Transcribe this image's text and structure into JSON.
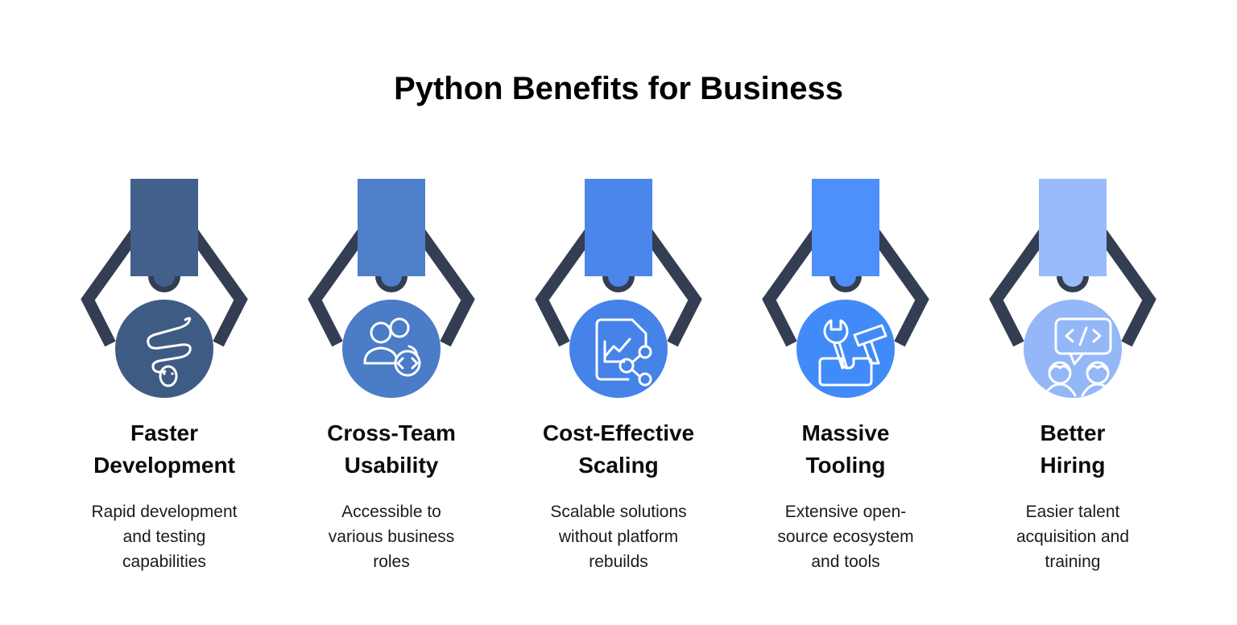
{
  "title": "Python Benefits for Business",
  "palette": {
    "background": "#ffffff",
    "claw_dark": "#333e52",
    "icon_stroke": "#ffffff",
    "title_color": "#000000"
  },
  "columns": [
    {
      "id": "faster-development",
      "heading_lines": [
        "Faster",
        "Development"
      ],
      "description": "Rapid development and testing capabilities",
      "description_lines": [
        "Rapid development",
        "and testing",
        "capabilities"
      ],
      "icon": "python-snake-icon",
      "arm_color": "#42608b",
      "circle_color": "#3e5b84"
    },
    {
      "id": "cross-team-usability",
      "heading_lines": [
        "Cross-Team",
        "Usability"
      ],
      "description": "Accessible to various business roles",
      "description_lines": [
        "Accessible to",
        "various business",
        "roles"
      ],
      "icon": "team-users-code-icon",
      "arm_color": "#4e80ca",
      "circle_color": "#4a7cc7"
    },
    {
      "id": "cost-effective-scaling",
      "heading_lines": [
        "Cost-Effective",
        "Scaling"
      ],
      "description": "Scalable solutions without platform rebuilds",
      "description_lines": [
        "Scalable solutions",
        "without platform",
        "rebuilds"
      ],
      "icon": "document-chart-share-icon",
      "arm_color": "#4b87ea",
      "circle_color": "#4583e8"
    },
    {
      "id": "massive-tooling",
      "heading_lines": [
        "Massive",
        "Tooling"
      ],
      "description": "Extensive open-source ecosystem and tools",
      "description_lines": [
        "Extensive open-",
        "source ecosystem",
        "and tools"
      ],
      "icon": "toolbox-wrench-hammer-icon",
      "arm_color": "#4d90fb",
      "circle_color": "#418bf9"
    },
    {
      "id": "better-hiring",
      "heading_lines": [
        "Better",
        "Hiring"
      ],
      "description": "Easier talent acquisition and training",
      "description_lines": [
        "Easier talent",
        "acquisition and",
        "training"
      ],
      "icon": "hiring-code-chat-icon",
      "arm_color": "#98bbfc",
      "circle_color": "#93b7f7"
    }
  ]
}
